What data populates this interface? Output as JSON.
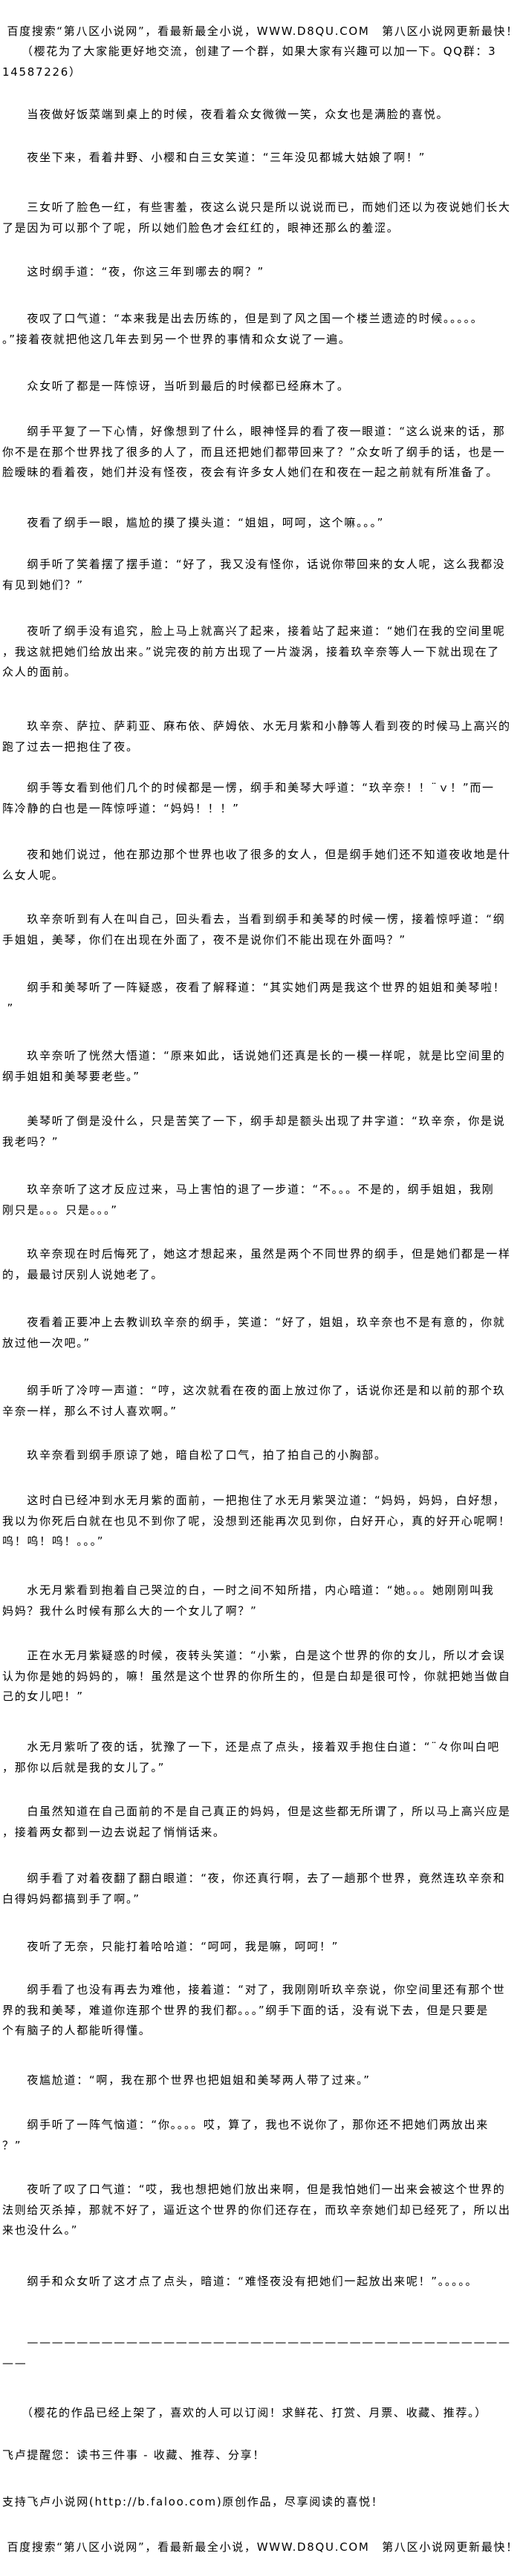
{
  "document": {
    "paragraphs": [
      {
        "lines": [
          " 百度搜索“第八区小说网”，看最新最全小说，WWW.D8QU.COM　第八区小说网更新最快！"
        ]
      },
      {
        "lines": [
          "　　（樱花为了大家能更好地交流，创建了一个群，如果大家有兴趣可以加一下。QQ群：3",
          "14587226）"
        ]
      },
      {
        "lines": [
          "　　当夜做好饭菜端到桌上的时候，夜看着众女微微一笑，众女也是满脸的喜悦。"
        ]
      },
      {
        "lines": [
          "　　夜坐下来，看着井野、小樱和白三女笑道：“三年没见都城大姑娘了啊！”"
        ]
      },
      {
        "lines": [
          "　　三女听了脸色一红，有些害羞，夜这么说只是所以说说而已，而她们还以为夜说她们长大",
          "了是因为可以那个了呢，所以她们脸色才会红红的，眼神还那么的羞涩。"
        ]
      },
      {
        "lines": [
          "　　这时纲手道：“夜，你这三年到哪去的啊？”"
        ]
      },
      {
        "lines": [
          "　　夜叹了口气道：“本来我是出去历练的，但是到了风之国一个楼兰遗迹的时候。。。。。",
          "。”接着夜就把他这几年去到另一个世界的事情和众女说了一遍。"
        ]
      },
      {
        "lines": [
          "　　众女听了都是一阵惊讶，当听到最后的时候都已经麻木了。"
        ]
      },
      {
        "lines": [
          "　　纲手平复了一下心情，好像想到了什么，眼神怪异的看了夜一眼道：“这么说来的话，那",
          "你不是在那个世界找了很多的人了，而且还把她们都带回来了？”众女听了纲手的话，也是一",
          "脸暧昧的看着夜，她们并没有怪夜，夜会有许多女人她们在和夜在一起之前就有所准备了。"
        ]
      },
      {
        "lines": [
          "　　夜看了纲手一眼，尴尬的摸了摸头道：“姐姐，呵呵，这个嘛。。。”"
        ]
      },
      {
        "lines": [
          "　　纲手听了笑着摆了摆手道：“好了，我又没有怪你，话说你带回来的女人呢，这么我都没",
          "有见到她们？”"
        ]
      },
      {
        "lines": [
          "　　夜听了纲手没有追究，脸上马上就高兴了起来，接着站了起来道：“她们在我的空间里呢",
          "，我这就把她们给放出来。”说完夜的前方出现了一片漩涡，接着玖辛奈等人一下就出现在了",
          "众人的面前。"
        ]
      },
      {
        "lines": [
          "　　玖辛奈、萨拉、萨莉亚、麻布依、萨姆依、水无月紫和小静等人看到夜的时候马上高兴的",
          "跑了过去一把抱住了夜。"
        ]
      },
      {
        "lines": [
          "　　纲手等女看到他们几个的时候都是一愣，纲手和美琴大呼道：“玖辛奈！！¨ｖ！”而一",
          "阵冷静的白也是一阵惊呼道：“妈妈！！！”"
        ]
      },
      {
        "lines": [
          "　　夜和她们说过，他在那边那个世界也收了很多的女人，但是纲手她们还不知道夜收地是什",
          "么女人呢。"
        ]
      },
      {
        "lines": [
          "　　玖辛奈听到有人在叫自己，回头看去，当看到纲手和美琴的时候一愣，接着惊呼道：“纲",
          "手姐姐，美琴，你们在出现在外面了，夜不是说你们不能出现在外面吗？”"
        ]
      },
      {
        "lines": [
          "　　纲手和美琴听了一阵疑惑，夜看了解释道：“其实她们两是我这个世界的姐姐和美琴啦！",
          " ”"
        ]
      },
      {
        "lines": [
          "　　玖辛奈听了恍然大悟道：“原来如此，话说她们还真是长的一模一样呢，就是比空间里的",
          "纲手姐姐和美琴要老些。”"
        ]
      },
      {
        "lines": [
          "　　美琴听了倒是没什么，只是苦笑了一下，纲手却是额头出现了井字道：“玖辛奈，你是说",
          "我老吗？”"
        ]
      },
      {
        "lines": [
          "　　玖辛奈听了这才反应过来，马上害怕的退了一步道：“不。。。不是的，纲手姐姐，我刚",
          "刚只是。。。只是。。。”"
        ]
      },
      {
        "lines": [
          "　　玖辛奈现在时后悔死了，她这才想起来，虽然是两个不同世界的纲手，但是她们都是一样",
          "的，最最讨厌别人说她老了。"
        ]
      },
      {
        "lines": [
          "　　夜看着正要冲上去教训玖辛奈的纲手，笑道：“好了，姐姐，玖辛奈也不是有意的，你就",
          "放过他一次吧。”"
        ]
      },
      {
        "lines": [
          "　　纲手听了冷哼一声道：“哼，这次就看在夜的面上放过你了，话说你还是和以前的那个玖",
          "辛奈一样，那么不讨人喜欢啊。”"
        ]
      },
      {
        "lines": [
          "　　玖辛奈看到纲手原谅了她，暗自松了口气，拍了拍自己的小胸部。"
        ]
      },
      {
        "lines": [
          "　　这时白已经冲到水无月紫的面前，一把抱住了水无月紫哭泣道：“妈妈，妈妈，白好想，",
          "我以为你死后白就在也见不到你了呢，没想到还能再次见到你，白好开心，真的好开心呢啊！",
          "呜！呜！呜！。。。”"
        ]
      },
      {
        "lines": [
          "　　水无月紫看到抱着自己哭泣的白，一时之间不知所措，内心暗道：“她。。。她刚刚叫我",
          "妈妈？我什么时候有那么大的一个女儿了啊？”"
        ]
      },
      {
        "lines": [
          "　　正在水无月紫疑惑的时候，夜转头笑道：“小紫，白是这个世界的你的女儿，所以才会误",
          "认为你是她的妈妈的，嘛！虽然是这个世界的你所生的，但是白却是很可怜，你就把她当做自",
          "己的女儿吧！”"
        ]
      },
      {
        "lines": [
          "　　水无月紫听了夜的话，犹豫了一下，还是点了点头，接着双手抱住白道：“¨々你叫白吧",
          "，那你以后就是我的女儿了。”"
        ]
      },
      {
        "lines": [
          "　　白虽然知道在自己面前的不是自己真正的妈妈，但是这些都无所谓了，所以马上高兴应是",
          "，接着两女都到一边去说起了悄悄话来。"
        ]
      },
      {
        "lines": [
          "　　纲手看了对着夜翻了翻白眼道：“夜，你还真行啊，去了一趟那个世界，竟然连玖辛奈和",
          "白得妈妈都搞到手了啊。”"
        ]
      },
      {
        "lines": [
          "　　夜听了无奈，只能打着哈哈道：“呵呵，我是嘛，呵呵！”"
        ]
      },
      {
        "lines": [
          "　　纲手看了也没有再去为难他，接着道：“对了，我刚刚听玖辛奈说，你空间里还有那个世",
          "界的我和美琴，难道你连那个世界的我们都。。。”纲手下面的话，没有说下去，但是只要是",
          "个有脑子的人都能听得懂。"
        ]
      },
      {
        "lines": [
          "　　夜尴尬道：“啊，我在那个世界也把姐姐和美琴两人带了过来。”"
        ]
      },
      {
        "lines": [
          "　　纲手听了一阵气恼道：“你。。。。哎，算了，我也不说你了，那你还不把她们两放出来",
          "？”"
        ]
      },
      {
        "lines": [
          "　　夜听了叹了口气道：“哎，我也想把她们放出来啊，但是我怕她们一出来会被这个世界的",
          "法则给灭杀掉，那就不好了，逼近这个世界的你们还存在，而玖辛奈她们却已经死了，所以出",
          "来也没什么。”"
        ]
      },
      {
        "lines": [
          "　　纲手和众女听了这才点了点头，暗道：“难怪夜没有把她们一起放出来呢！”。。。。。"
        ]
      },
      {
        "lines": [
          "　　———————————————————————————————————————",
          "——"
        ]
      },
      {
        "lines": [
          "　　（樱花的作品已经上架了，喜欢的人可以订阅！求鲜花、打赏、月票、收藏、推荐。）"
        ]
      },
      {
        "lines": [
          "飞卢提醒您：读书三件事 - 收藏、推荐、分享！"
        ]
      },
      {
        "lines": [
          "支持飞卢小说网(http://b.faloo.com)原创作品，尽享阅读的喜悦！"
        ]
      },
      {
        "lines": [
          " 百度搜索“第八区小说网”，看最新最全小说，WWW.D8QU.COM　第八区小说网更新最快！"
        ]
      }
    ]
  }
}
